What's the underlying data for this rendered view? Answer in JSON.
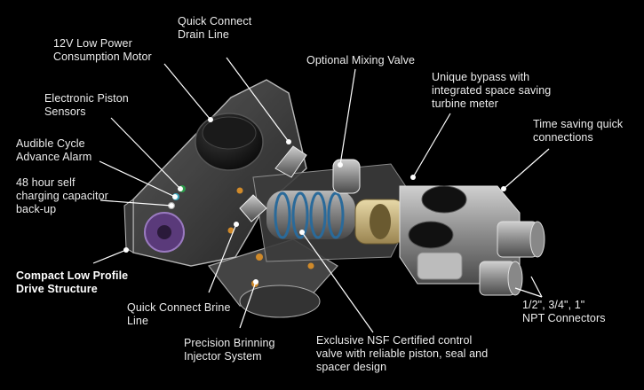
{
  "callouts": [
    {
      "id": "drain-line",
      "text": "Quick Connect\nDrain Line"
    },
    {
      "id": "motor",
      "text": "12V Low Power\nConsumption Motor"
    },
    {
      "id": "mixing-valve",
      "text": "Optional Mixing Valve"
    },
    {
      "id": "bypass",
      "text": "Unique bypass with\nintegrated space saving\nturbine meter"
    },
    {
      "id": "piston-sensors",
      "text": "Electronic Piston\nSensors"
    },
    {
      "id": "quick-connections",
      "text": "Time saving quick\nconnections"
    },
    {
      "id": "alarm",
      "text": "Audible Cycle\nAdvance Alarm"
    },
    {
      "id": "capacitor",
      "text": "48 hour self\ncharging capacitor\nback-up"
    },
    {
      "id": "drive-structure",
      "text": "Compact Low Profile\nDrive Structure"
    },
    {
      "id": "brine-line",
      "text": "Quick Connect Brine\nLine"
    },
    {
      "id": "npt-connectors",
      "text": "1/2\", 3/4\", 1\"\nNPT Connectors"
    },
    {
      "id": "injector",
      "text": "Precision Brinning\nInjector System"
    },
    {
      "id": "control-valve",
      "text": "Exclusive NSF Certified control\nvalve with reliable piston, seal and\nspacer design"
    }
  ],
  "colors": {
    "background": "#000000",
    "leader": "#ffffff",
    "label": "#ececec"
  }
}
